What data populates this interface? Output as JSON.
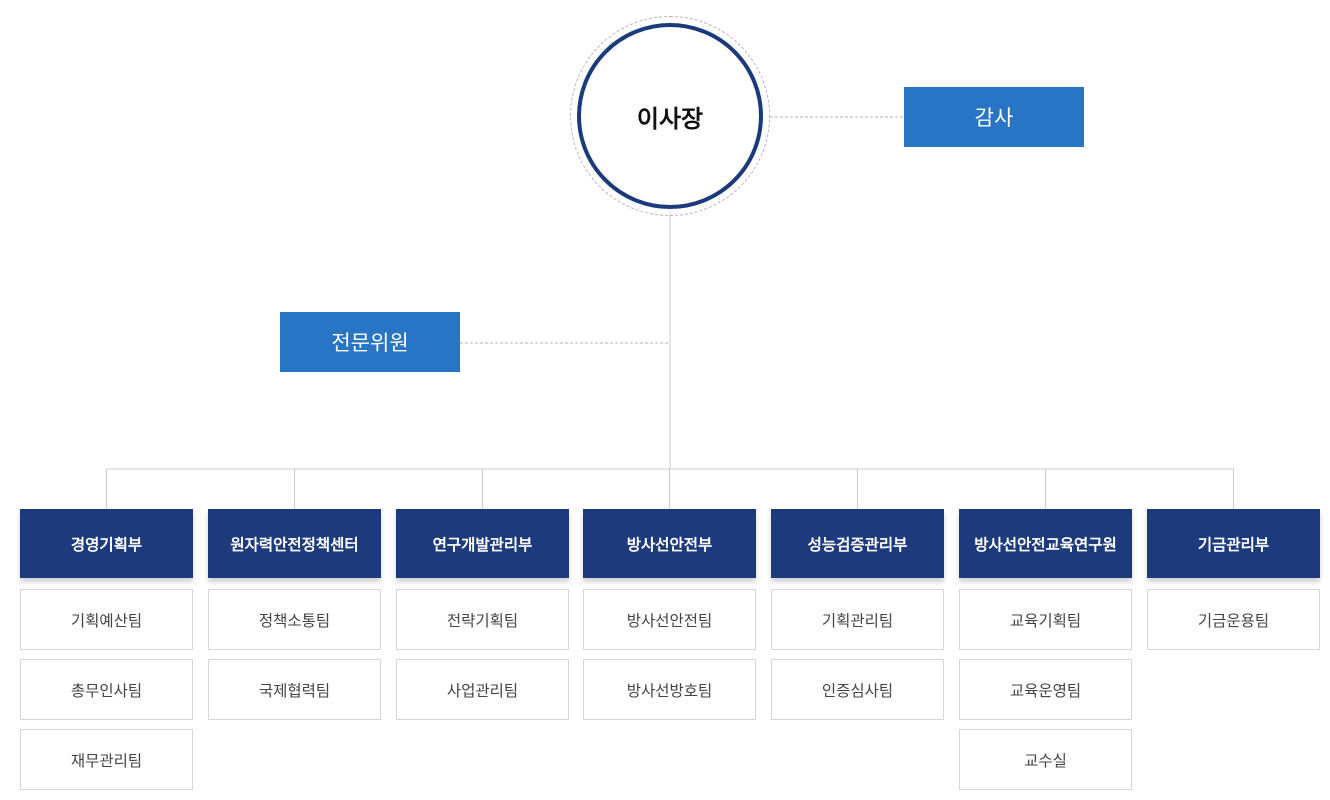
{
  "chairman": "이사장",
  "auditor": "감사",
  "advisory": "전문위원",
  "departments": [
    {
      "name": "경영기획부",
      "teams": [
        "기획예산팀",
        "총무인사팀",
        "재무관리팀"
      ]
    },
    {
      "name": "원자력안전정책센터",
      "teams": [
        "정책소통팀",
        "국제협력팀"
      ]
    },
    {
      "name": "연구개발관리부",
      "teams": [
        "전략기획팀",
        "사업관리팀"
      ]
    },
    {
      "name": "방사선안전부",
      "teams": [
        "방사선안전팀",
        "방사선방호팀"
      ]
    },
    {
      "name": "성능검증관리부",
      "teams": [
        "기획관리팀",
        "인증심사팀"
      ]
    },
    {
      "name": "방사선안전교육연구원",
      "teams": [
        "교육기획팀",
        "교육운영팀",
        "교수실"
      ]
    },
    {
      "name": "기금관리부",
      "teams": [
        "기금운용팀"
      ]
    }
  ],
  "colors": {
    "navy": "#1c3a7c",
    "blue": "#2874c5",
    "line": "#cccccc"
  }
}
